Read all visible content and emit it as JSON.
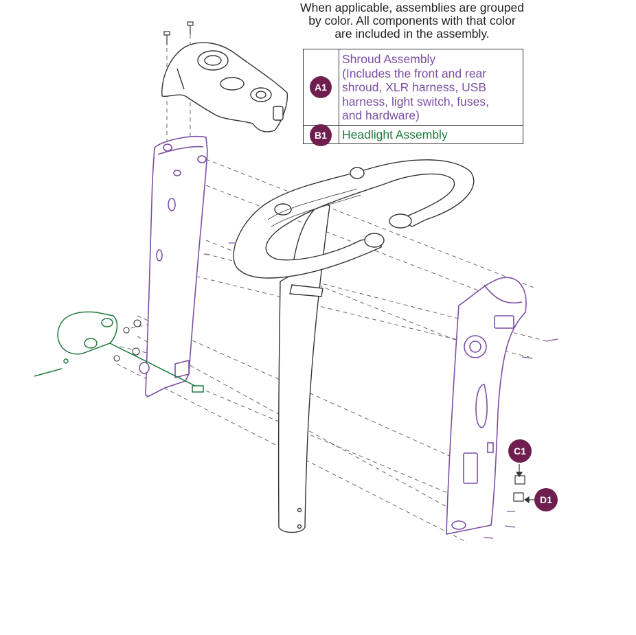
{
  "note": {
    "lines": [
      "When applicable, assemblies are grouped",
      "by color. All components with that color",
      "are included in the assembly."
    ]
  },
  "legend": {
    "rows": [
      {
        "badge": "A1",
        "color": "#7b4ea3",
        "lines": [
          "Shroud Assembly",
          "(Includes the front and rear",
          "shroud, XLR harness, USB",
          "harness, light switch, fuses,",
          "and hardware)"
        ]
      },
      {
        "badge": "B1",
        "color": "#1e7a3c",
        "lines": [
          "Headlight Assembly"
        ]
      }
    ]
  },
  "callouts": {
    "c1": "C1",
    "d1": "D1"
  },
  "colors": {
    "badge_fill": "#6e1f4f",
    "shroud": "#7b4ea3",
    "headlight": "#1e7a3c",
    "line": "#3a3a3a"
  }
}
